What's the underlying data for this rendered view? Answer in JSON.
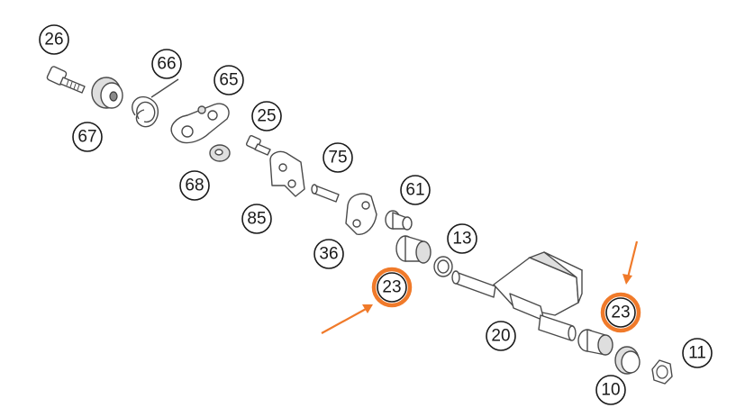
{
  "callouts": {
    "p26": "26",
    "p66": "66",
    "p65": "65",
    "p67": "67",
    "p25": "25",
    "p68": "68",
    "p75": "75",
    "p85": "85",
    "p61": "61",
    "p36": "36",
    "p13": "13",
    "p23a": "23",
    "p23b": "23",
    "p20": "20",
    "p11": "11",
    "p10": "10"
  },
  "colors": {
    "highlight": "#f07a2a",
    "line": "#4a4a4a"
  }
}
